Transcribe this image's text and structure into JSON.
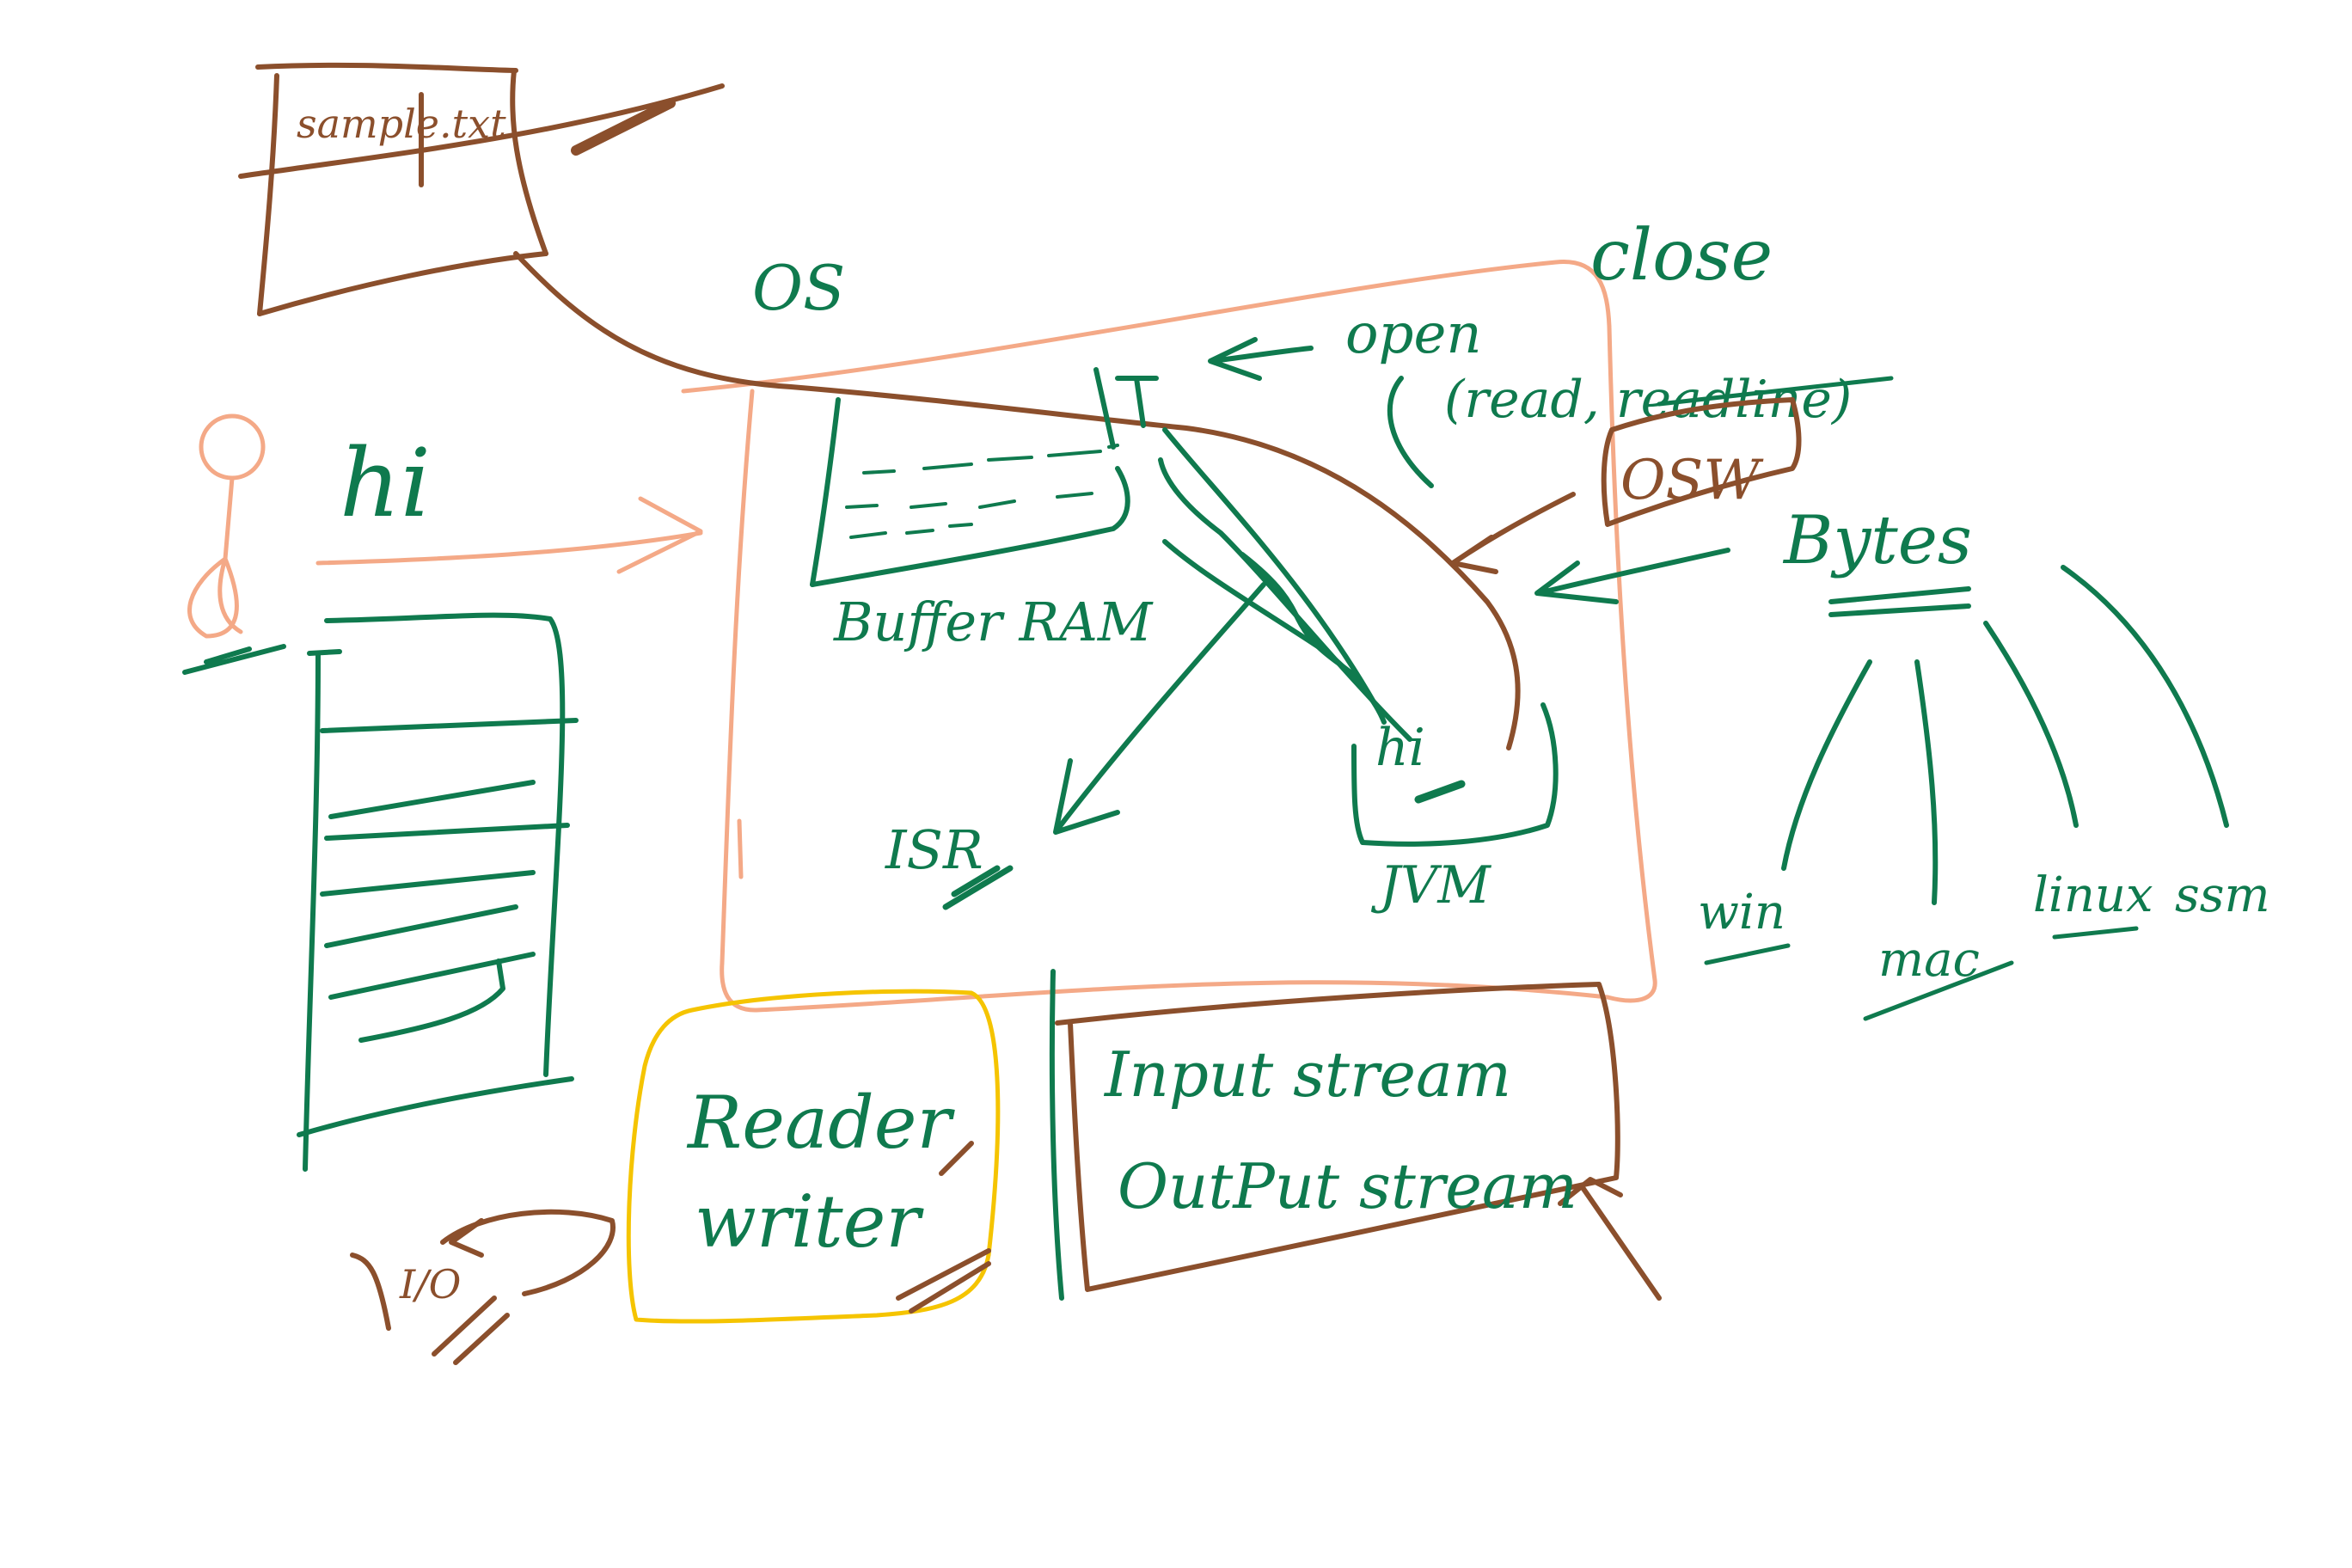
{
  "colors": {
    "green": "#0f7a4e",
    "brown": "#8b4f2c",
    "peach": "#f4a987",
    "yellow": "#f5c400"
  },
  "labels": {
    "sample_text": "sample.txt",
    "os": "OS",
    "hi_user": "hi",
    "close": "close",
    "open": "open",
    "read_readline": "(read, readline)",
    "osw": "OSW",
    "bytes": "Bytes",
    "buffer_ram": "Buffer RAM",
    "hi_file": "hi",
    "isr": "ISR",
    "jvm": "JVM",
    "win": "win",
    "mac": "mac",
    "linux": "linux",
    "ssm": "ssm",
    "reader": "Reader",
    "writer": "writer",
    "input_stream": "Input stream",
    "output_stream": "OutPut stream",
    "io": "I/O"
  }
}
